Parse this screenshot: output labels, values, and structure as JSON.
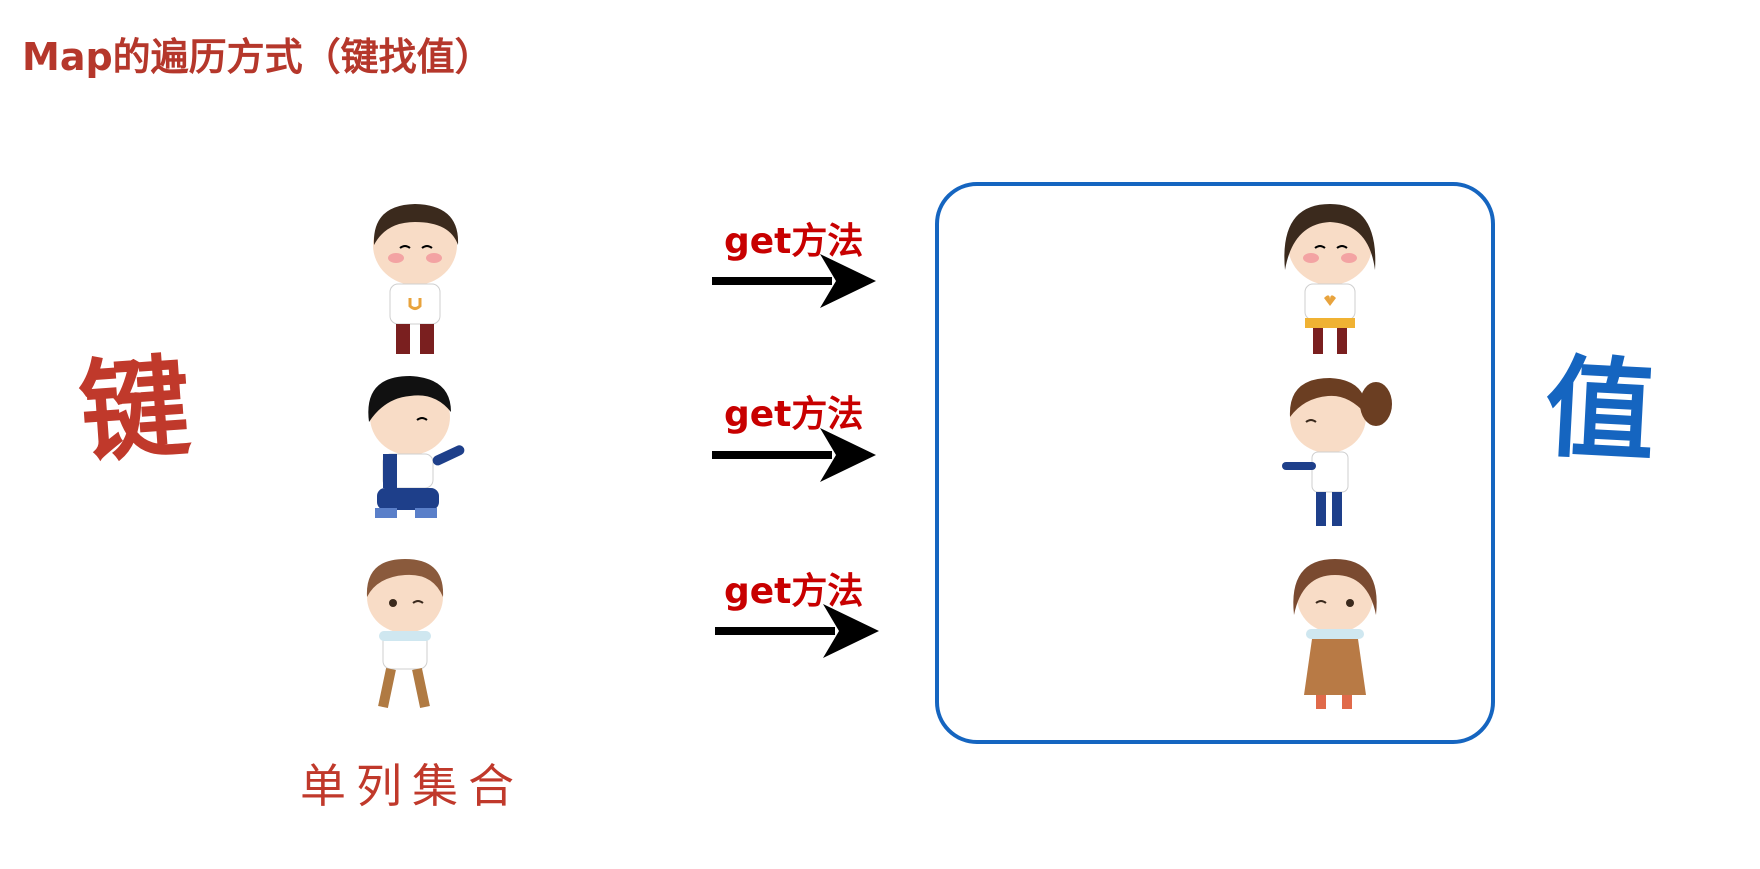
{
  "title": "Map的遍历方式（键找值）",
  "key_label": "键",
  "value_label": "值",
  "key_collection_label": "单列集合",
  "arrows": [
    {
      "label": "get方法"
    },
    {
      "label": "get方法"
    },
    {
      "label": "get方法"
    }
  ],
  "colors": {
    "title": "#b5372b",
    "key": "#c0392b",
    "value": "#1565c0",
    "arrow_label": "#c80000",
    "box_border": "#1565c0"
  }
}
